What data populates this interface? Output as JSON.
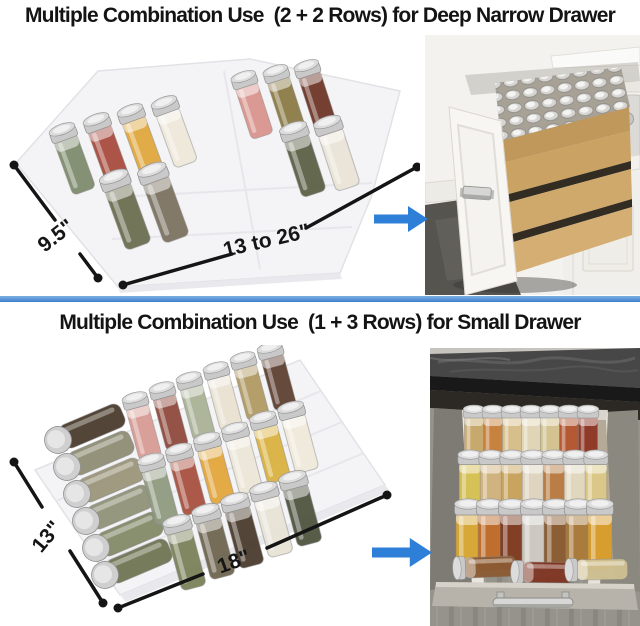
{
  "colors": {
    "accent_arrow": "#2e7fd8",
    "divider_light": "#7eb0e2",
    "divider_dark": "#3f7ecc",
    "title": "#141414",
    "dimension": "#151515"
  },
  "sections": {
    "top": {
      "title": "Multiple Combination Use  (2 + 2 Rows) for Deep Narrow Drawer",
      "rack_photo": {
        "depth_label": "9.5\"",
        "width_label": "13 to 26\"",
        "alt": "Clear expandable 2+2 row spice rack holding glass jars"
      },
      "result_photo": {
        "alt": "Deep narrow wooden pull-out drawer filled with capped spice jars"
      }
    },
    "bottom": {
      "title": "Multiple Combination Use  (1 + 3 Rows) for Small Drawer",
      "rack_photo": {
        "depth_label": "13\"",
        "width_label": "18\"",
        "alt": "Clear 1+3 row spice rack holding glass jars"
      },
      "result_photo": {
        "alt": "Small kitchen drawer under granite counter filled with spice jars"
      }
    }
  },
  "racks": {
    "top_left": {
      "back_left": [
        "#7e8b6d",
        "#a84b3e",
        "#dfa83e",
        "#eee8da"
      ],
      "front_left": [
        "#6b6e50",
        "#7b7260"
      ],
      "back_right": [
        "#d9938d",
        "#8a7a45",
        "#6e3526"
      ],
      "front_right": [
        "#5c6046",
        "#e9e4d6"
      ]
    },
    "bottom_left": {
      "side": [
        "#4a3b2c",
        "#8f8c74",
        "#9b9579",
        "#8f9277",
        "#838a68",
        "#6e7452"
      ],
      "back": [
        "#d79b94",
        "#8e4a3c",
        "#a9b196",
        "#e9e2d2",
        "#b09a63",
        "#5e4032"
      ],
      "middle": [
        "#8e9a80",
        "#a9503f",
        "#e2a53c",
        "#ece6d8",
        "#d9b13f",
        "#efe9da"
      ],
      "front": [
        "#7a8258",
        "#6f6550",
        "#4a3b2c",
        "#e8e3d6",
        "#4f5440"
      ]
    },
    "bottom_right": {
      "back": [
        "#c9a96a",
        "#c87f3a",
        "#d8c08a",
        "#e3d7b8",
        "#d6c490",
        "#b5542f",
        "#8e3524"
      ],
      "middle": [
        "#d8c253",
        "#d2b37c",
        "#caa35c",
        "#e0d6c2",
        "#b97a40",
        "#e4d9c0",
        "#ddc987"
      ],
      "front": [
        "#d9a832",
        "#c06a28",
        "#7e3a20",
        "#cfcac2",
        "#8a5a30",
        "#a97838",
        "#d99c28"
      ],
      "lying": [
        "#8a5a33",
        "#7e3322",
        "#cfc090"
      ]
    }
  }
}
